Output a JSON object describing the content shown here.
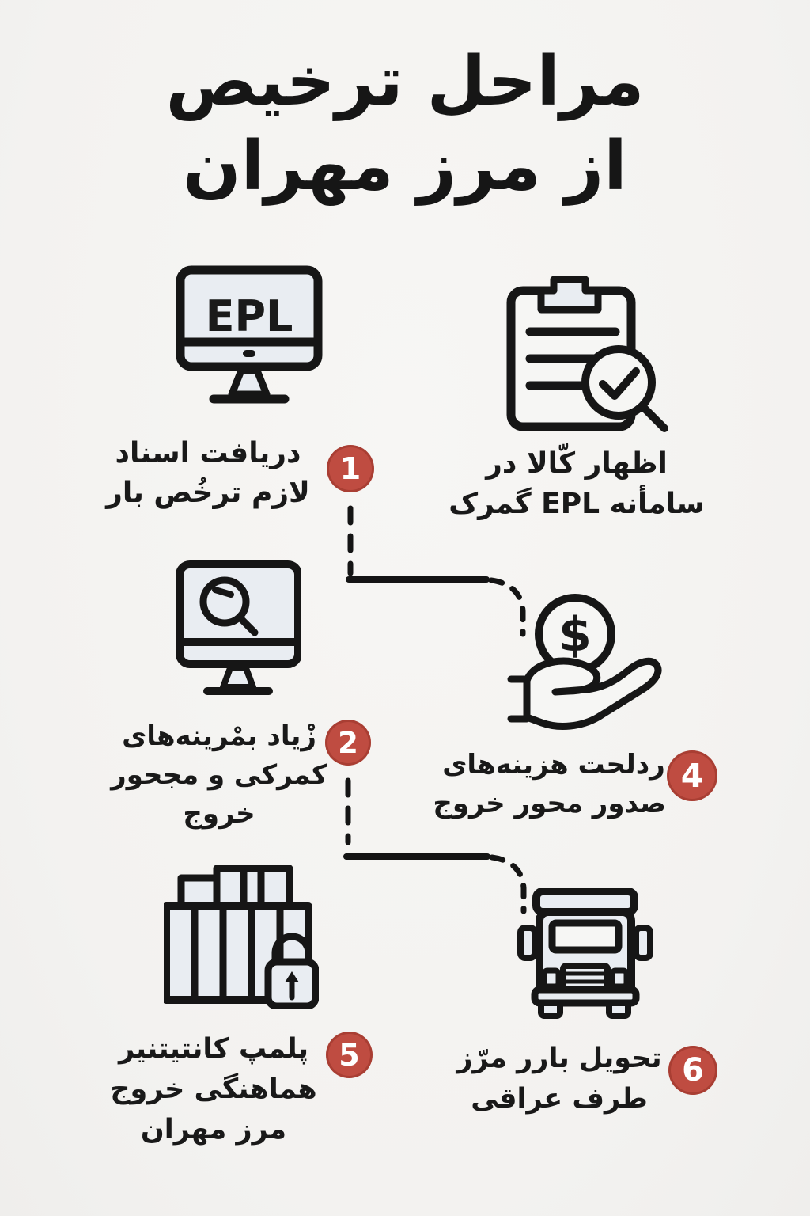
{
  "title": {
    "line1": "مراحل ترخیص",
    "line2": "از مرز مهران"
  },
  "steps": {
    "receive_docs": {
      "number": "1",
      "icon": "epl-monitor-icon",
      "screen_label": "EPL",
      "lines": [
        "دریافت اسناد",
        "لازم ترخُص بار"
      ]
    },
    "declare_goods": {
      "icon": "clipboard-check-icon",
      "lines": [
        "اظهار کّالا در",
        "سامأنه EPL گمرک"
      ]
    },
    "inspection": {
      "number": "2",
      "icon": "monitor-search-icon",
      "lines": [
        "زْیاد بمْرینه‌های",
        "کمرکی و مجحور",
        "خروج"
      ]
    },
    "payment": {
      "number": "4",
      "icon": "hand-dollar-icon",
      "currency_symbol": "$",
      "lines": [
        "ردلحت هزینه‌های",
        "صدور محور خروج"
      ]
    },
    "container_seal": {
      "number": "5",
      "icon": "containers-lock-icon",
      "lines": [
        "پلمپ کانتیتنیر",
        "هماهنگی خروج",
        "مرز مهران"
      ]
    },
    "border_handover": {
      "number": "6",
      "icon": "truck-icon",
      "lines": [
        "تحویل بارر مرّز",
        "طرف عراقی"
      ]
    }
  },
  "colors": {
    "background": "#f4f3f1",
    "ink": "#161616",
    "icon_fill": "#e9edf2",
    "badge": "#bf4c41",
    "badge_text": "#ffffff"
  }
}
